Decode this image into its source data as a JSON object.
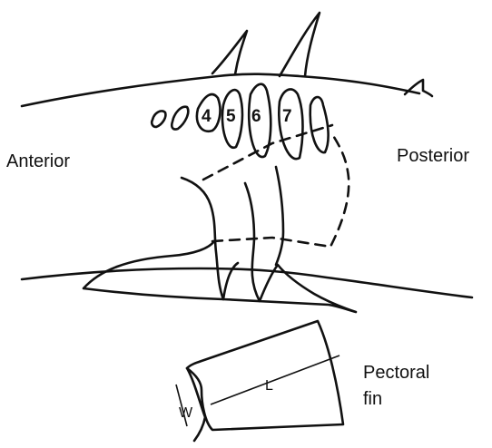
{
  "labels": {
    "anterior": "Anterior",
    "posterior": "Posterior",
    "pectoral_line1": "Pectoral",
    "pectoral_line2": "fin",
    "length": "L",
    "width": "W"
  },
  "gill_numbers": [
    "4",
    "5",
    "6",
    "7"
  ]
}
